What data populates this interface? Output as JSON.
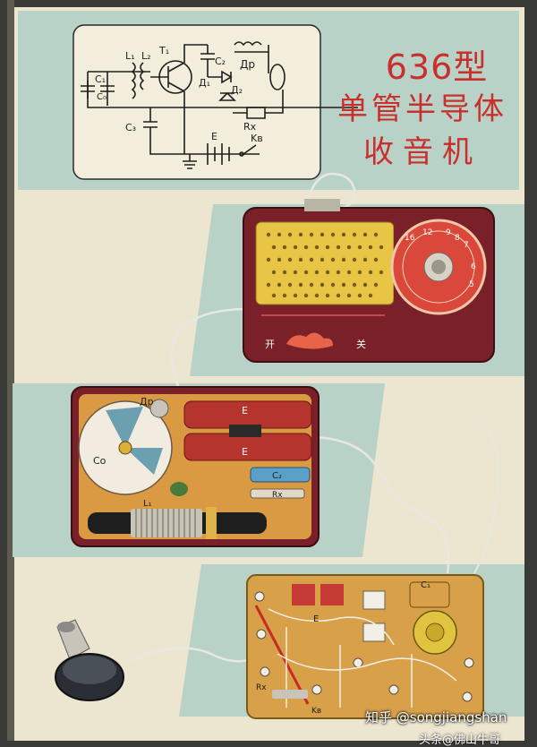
{
  "title": {
    "model": "636型",
    "line1": "单管半导体",
    "line2": "收音机"
  },
  "schematic": {
    "labels": {
      "c1": "C₁",
      "c0": "C₀",
      "l1": "L₁",
      "l2": "L₂",
      "t1": "T₁",
      "c2": "C₂",
      "dp": "Дp",
      "d1": "Д₁",
      "d2": "Д₂",
      "c3": "C₃",
      "rx": "Rx",
      "e": "E",
      "kb": "Kв"
    }
  },
  "radio": {
    "switch_left": "开",
    "switch_right": "关",
    "dial_numbers": [
      "16",
      "12",
      "9",
      "8",
      "7",
      "6",
      "5"
    ]
  },
  "inside": {
    "labels": {
      "dp": "Дp",
      "e_top": "E",
      "e_bottom": "E",
      "c0": "Co",
      "c2": "C₂",
      "rx": "Rx",
      "l1": "L₁"
    }
  },
  "board": {
    "labels": {
      "c1": "C₁",
      "e": "E",
      "rx": "Rx",
      "kb": "Kв"
    }
  },
  "watermark": {
    "line1": "知乎 @songjiangshan",
    "line2": "头条@佛山牛哥"
  },
  "colors": {
    "paper": "#ece5cf",
    "teal": "#b9d2c8",
    "title_red": "#c9302c",
    "radio_maroon": "#7a2028",
    "speaker_yellow": "#e9c545",
    "board_orange": "#d99a43"
  }
}
